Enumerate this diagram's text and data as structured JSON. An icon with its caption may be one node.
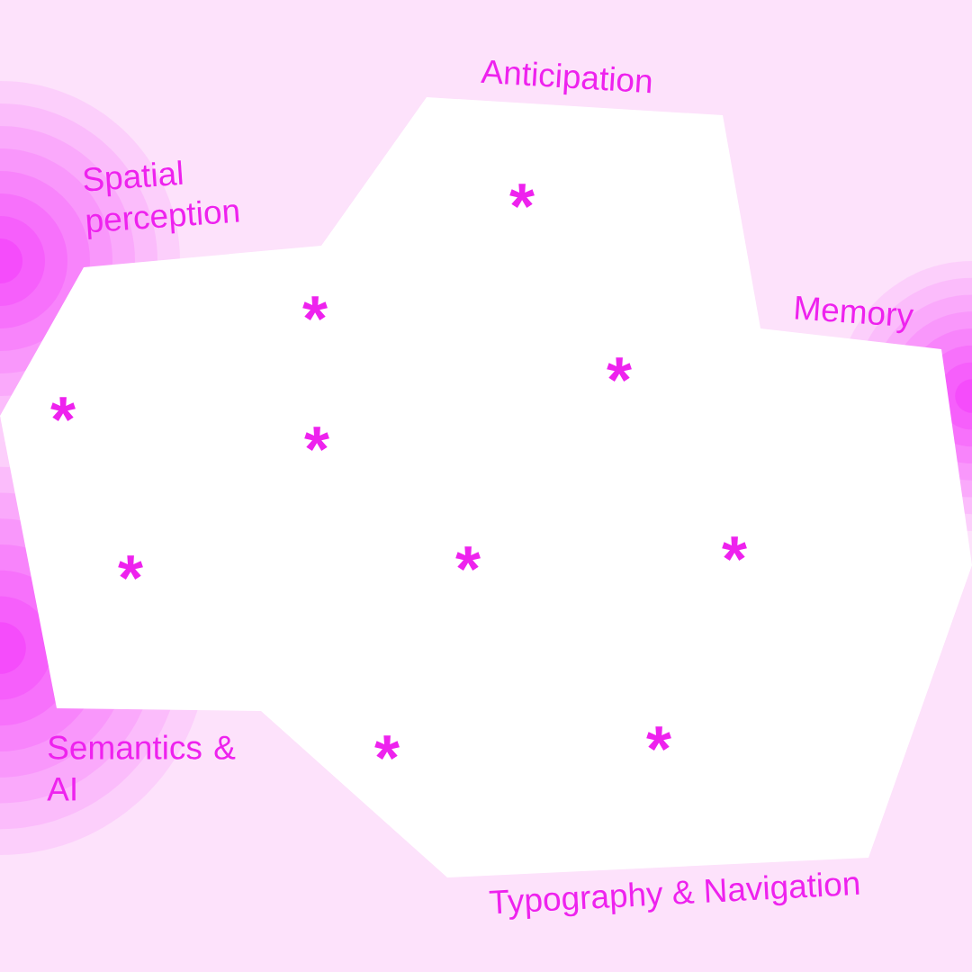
{
  "diagram": {
    "labels": [
      "Anticipation",
      "*",
      "Spatial perception",
      "*",
      "Memory",
      "*",
      "*",
      "*",
      "*",
      "*",
      "*",
      "*",
      "*",
      "Semantics & AI",
      "Typography & Navigation"
    ]
  }
}
